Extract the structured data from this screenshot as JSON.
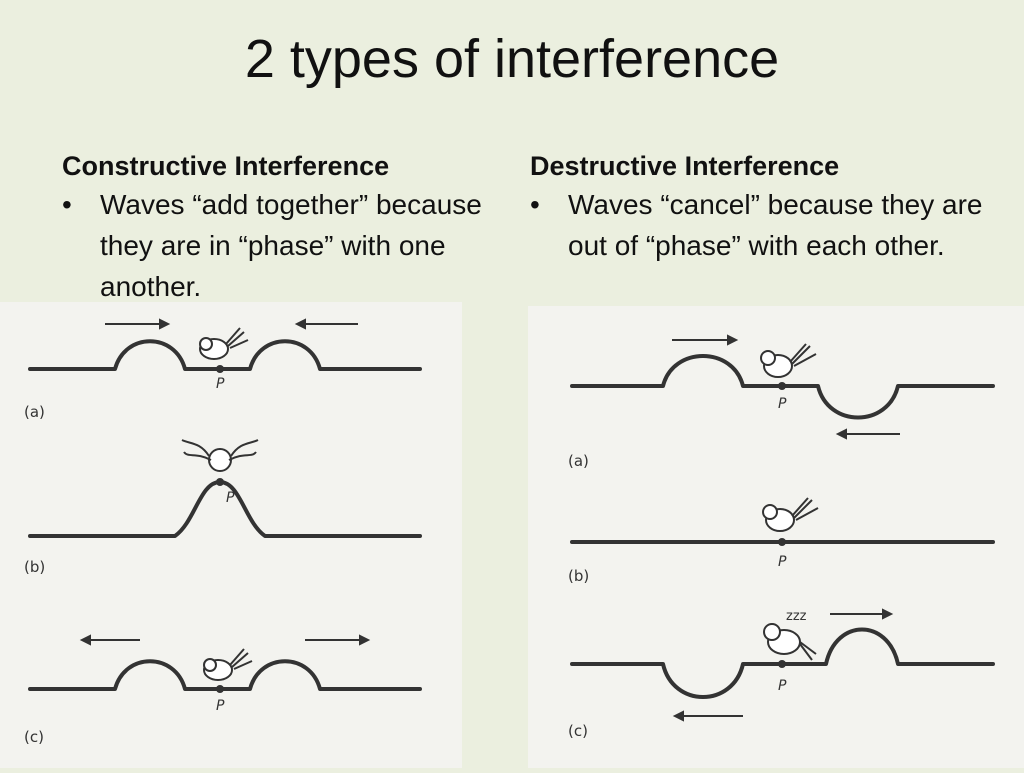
{
  "title": "2 types of interference",
  "constructive": {
    "heading": "Constructive Interference",
    "bullet": "•",
    "text": "Waves “add together” because they are in “phase” with one another."
  },
  "destructive": {
    "heading": "Destructive Interference",
    "bullet": "•",
    "text": "Waves “cancel” because they are out of “phase” with each other."
  },
  "figures": {
    "point_label": "P",
    "label_a": "(a)",
    "label_b": "(b)",
    "label_c": "(c)",
    "sleep_text": "zzz"
  }
}
